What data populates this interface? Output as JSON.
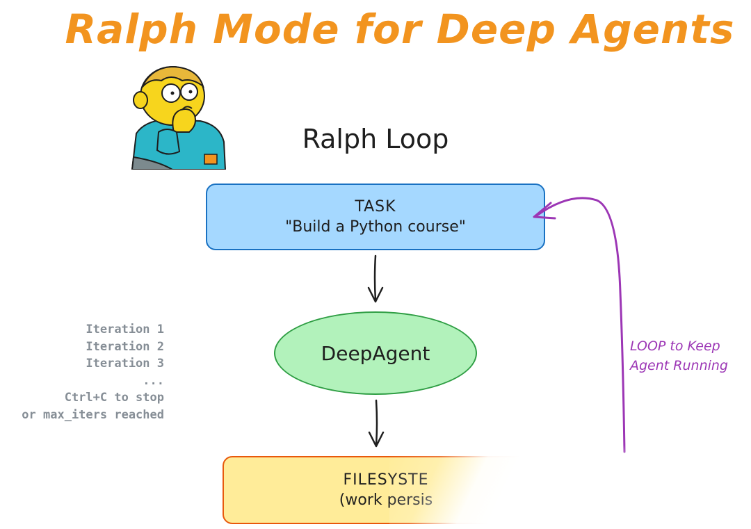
{
  "title": "Ralph Mode for Deep Agents",
  "loop_title": "Ralph Loop",
  "task": {
    "label": "TASK",
    "value": "\"Build a Python course\""
  },
  "agent": {
    "label": "DeepAgent"
  },
  "filesystem": {
    "label": "FILESYSTE",
    "value": "(work persis"
  },
  "iterations": [
    "Iteration 1",
    "Iteration 2",
    "Iteration 3",
    "...",
    "Ctrl+C to stop",
    "or max_iters reached"
  ],
  "loop_label": {
    "line1": "LOOP to Keep",
    "line2": "Agent Running"
  },
  "colors": {
    "title": "#f2941f",
    "task_fill": "#a5d8ff",
    "task_stroke": "#1971c2",
    "agent_fill": "#b2f2bb",
    "agent_stroke": "#2f9e44",
    "fs_fill": "#ffec99",
    "fs_stroke": "#e8590c",
    "loop_arrow": "#9c36b5",
    "iteration_text": "#868e96"
  }
}
